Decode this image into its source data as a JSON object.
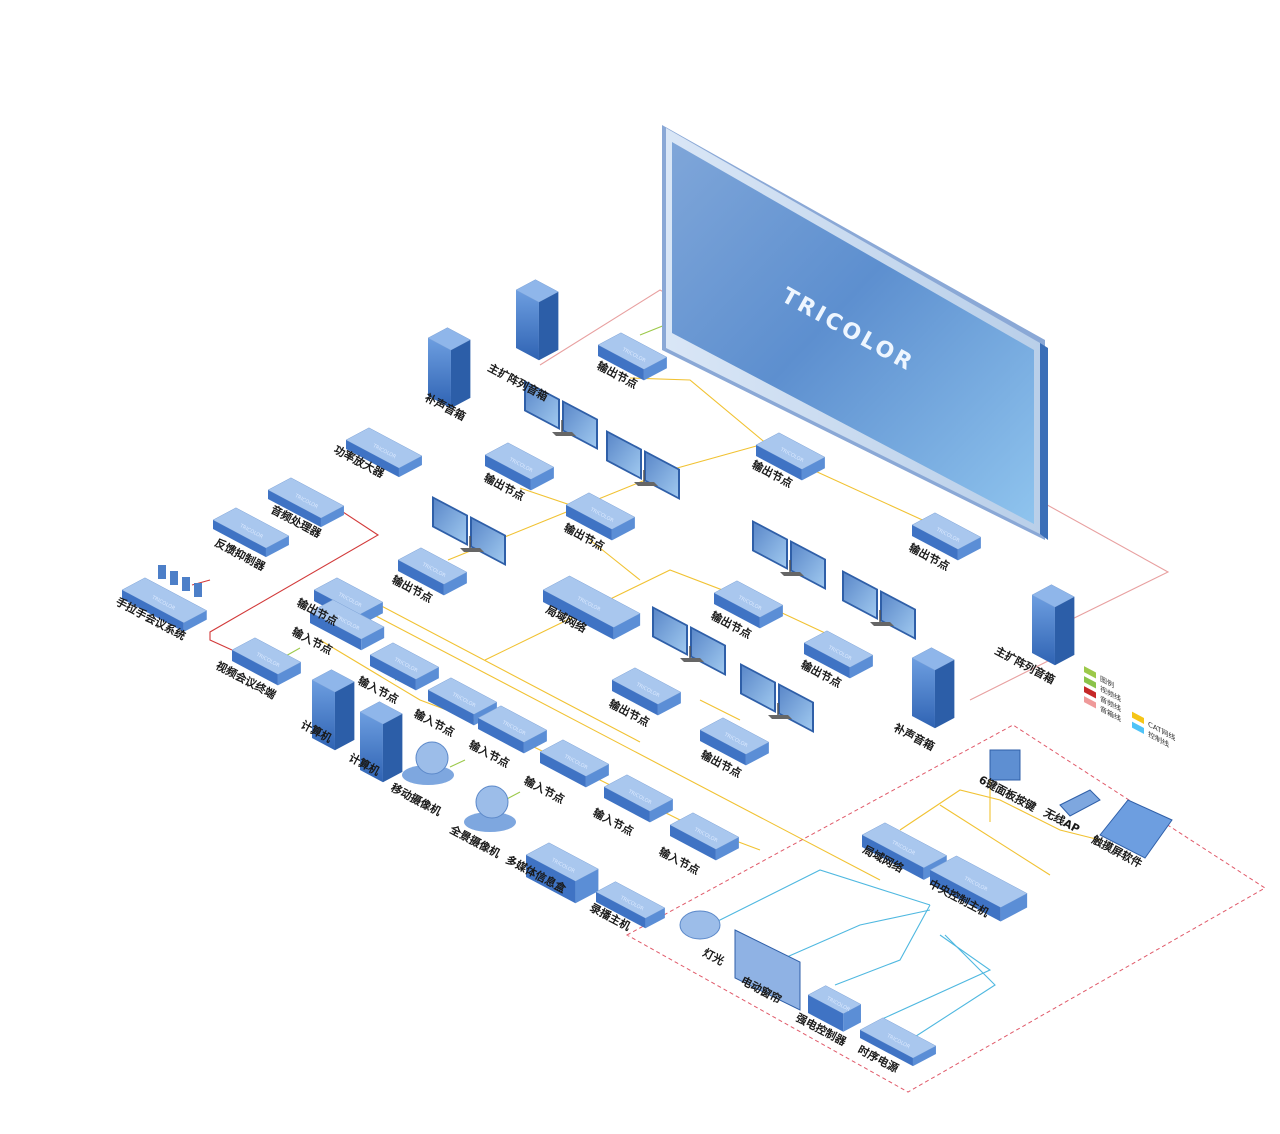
{
  "screen": {
    "logo": "TRICOLOR"
  },
  "device_logo": "TRICOLOR",
  "labels": {
    "main_speaker_1": "主扩阵列音箱",
    "main_speaker_2": "主扩阵列音箱",
    "fill_speaker_1": "补声音箱",
    "fill_speaker_2": "补声音箱",
    "power_amp": "功率放大器",
    "audio_processor": "音频处理器",
    "feedback_ctrl": "反馈抑制器",
    "mic_system": "手拉手会议系统",
    "video_conf": "视频会议终端",
    "lan_center": "局域网络",
    "lan_ctrl": "局域网络",
    "pc1": "计算机",
    "pc2": "计算机",
    "ptz_cam": "移动摄像机",
    "pano_cam": "全景摄像机",
    "media_box": "多媒体信息盒",
    "recorder": "录播主机",
    "central_ctrl": "中央控制主机",
    "keypad": "6键面板按键",
    "wireless_ap": "无线AP",
    "touch_sw": "触摸屏软件",
    "lighting": "灯光",
    "curtain": "电动窗帘",
    "power_ctrl": "强电控制器",
    "seq_power": "时序电源",
    "out_node_1": "输出节点",
    "out_node_2": "输出节点",
    "out_node_3": "输出节点",
    "out_node_4": "输出节点",
    "out_node_5": "输出节点",
    "out_node_6": "输出节点",
    "out_node_7": "输出节点",
    "out_node_8": "输出节点",
    "out_node_9": "输出节点",
    "out_node_10": "输出节点",
    "out_node_11": "输出节点",
    "in_node_1": "输入节点",
    "in_node_2": "输入节点",
    "in_node_3": "输入节点",
    "in_node_4": "输入节点",
    "in_node_5": "输入节点",
    "in_node_6": "输入节点",
    "in_node_7": "输入节点"
  },
  "legend": {
    "title": "图例",
    "items": [
      {
        "label": "视频线",
        "color": "#8bc34a"
      },
      {
        "label": "音频线",
        "color": "#c62828"
      },
      {
        "label": "音箱线",
        "color": "#ef9a9a"
      },
      {
        "label": "CAT网线",
        "color": "#f5c518"
      },
      {
        "label": "控制线",
        "color": "#4fc3f7"
      }
    ]
  },
  "colors": {
    "cat": "#f1c232",
    "audio": "#d23a3a",
    "speaker": "#e8a0a0",
    "control": "#4fb8e0",
    "video": "#9cc94a",
    "device_top": "#a9c7ee",
    "device_front": "#3f73c4",
    "device_side": "#5b8ed6",
    "zone": "#e05a6a"
  }
}
